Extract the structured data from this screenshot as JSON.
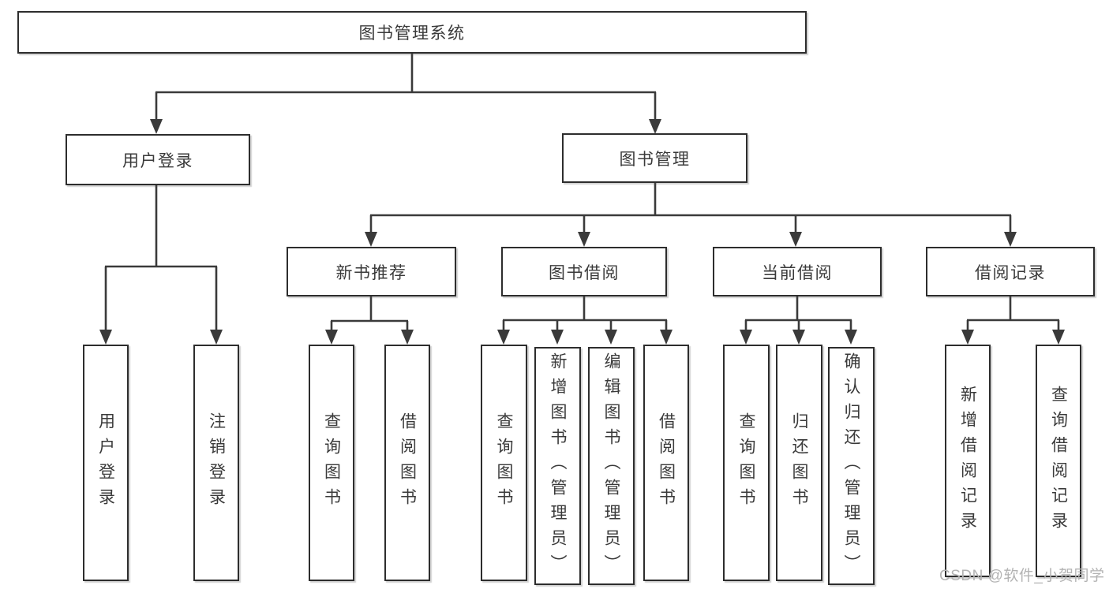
{
  "diagram": {
    "root": {
      "label": "图书管理系统"
    },
    "level2": [
      {
        "label": "用户登录"
      },
      {
        "label": "图书管理"
      }
    ],
    "level3": [
      {
        "label": "新书推荐"
      },
      {
        "label": "图书借阅"
      },
      {
        "label": "当前借阅"
      },
      {
        "label": "借阅记录"
      }
    ],
    "leaves": {
      "login": [
        "用户登录",
        "注销登录"
      ],
      "recommend": [
        "查询图书",
        "借阅图书"
      ],
      "borrow": [
        "查询图书",
        "新增图书（管理员）",
        "编辑图书（管理员）",
        "借阅图书"
      ],
      "current": [
        "查询图书",
        "归还图书",
        "确认归还（管理员）"
      ],
      "records": [
        "新增借阅记录",
        "查询借阅记录"
      ]
    }
  },
  "watermark": {
    "text": "CSDN @软件_小贺同学"
  },
  "colors": {
    "line": "#3a3a3a",
    "box_border": "#2d2d2d",
    "text": "#3a3a3a",
    "watermark": "#b3b3b3",
    "background": "#ffffff"
  }
}
